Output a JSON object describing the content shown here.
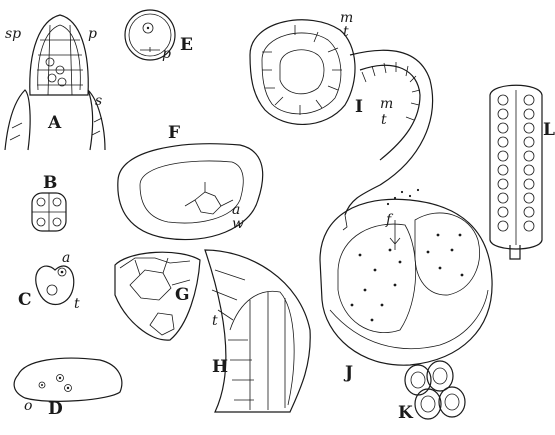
{
  "figure_labels": {
    "A": "A",
    "B": "B",
    "C": "C",
    "D": "D",
    "E": "E",
    "F": "F",
    "G": "G",
    "H": "H",
    "I": "I",
    "J": "J",
    "K": "K",
    "L": "L"
  },
  "part_labels": {
    "A_sp": "sp",
    "A_p": "p",
    "A_s": "s",
    "E_p": "p",
    "F_a": "a",
    "F_w": "w",
    "C_a": "a",
    "C_t": "t",
    "D_o": "o",
    "H_t": "t",
    "I_m_top": "m",
    "I_t_top": "t",
    "I_m": "m",
    "I_t": "t",
    "J_f": "f"
  }
}
